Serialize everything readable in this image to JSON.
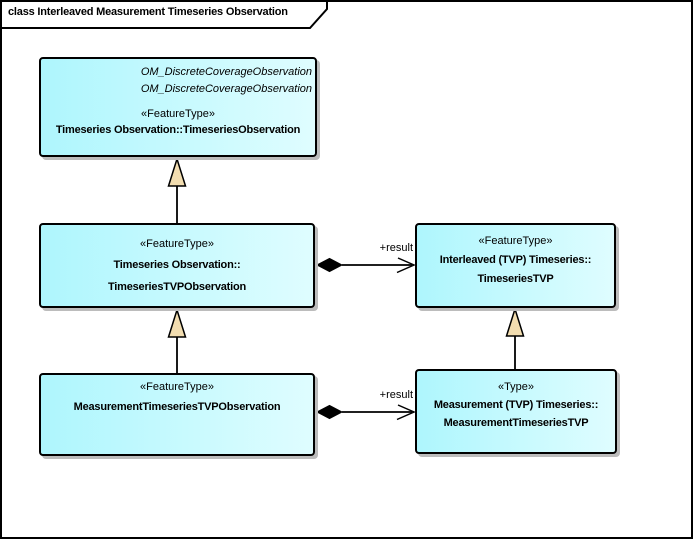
{
  "frame": {
    "title": "class Interleaved Measurement Timeseries Observation"
  },
  "classes": {
    "timeseriesObservation": {
      "parent1": "OM_DiscreteCoverageObservation",
      "parent2": "OM_DiscreteCoverageObservation",
      "stereotype": "«FeatureType»",
      "name": "Timeseries Observation::TimeseriesObservation"
    },
    "timeseriesTVPObservation": {
      "stereotype": "«FeatureType»",
      "name1": "Timeseries Observation::",
      "name2": "TimeseriesTVPObservation"
    },
    "timeseriesTVP": {
      "stereotype": "«FeatureType»",
      "name1": "Interleaved (TVP) Timeseries::",
      "name2": "TimeseriesTVP"
    },
    "measurementTimeseriesTVPObservation": {
      "stereotype": "«FeatureType»",
      "name": "MeasurementTimeseriesTVPObservation"
    },
    "measurementTimeseriesTVP": {
      "stereotype": "«Type»",
      "name1": "Measurement (TVP) Timeseries::",
      "name2": "MeasurementTimeseriesTVP"
    }
  },
  "connectors": {
    "composition_result_top": {
      "label": "+result",
      "type": "composition"
    },
    "composition_result_bottom": {
      "label": "+result",
      "type": "composition"
    }
  },
  "colors": {
    "box_fill_left": "#aef6fd",
    "box_fill_right": "#dffdff",
    "box_border": "#000000",
    "shadow": "#bcbcbc",
    "generalization_arrow_fill": "#f2ddb0",
    "frame_border": "#000000"
  }
}
